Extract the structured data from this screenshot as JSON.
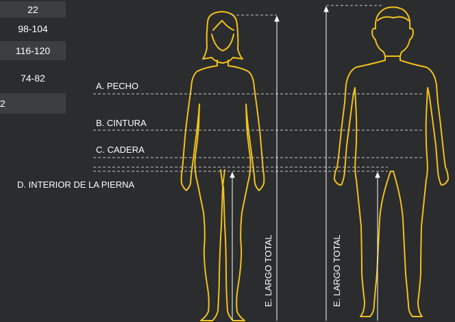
{
  "size_table": {
    "cells": [
      {
        "text": "22"
      },
      {
        "text": "98-104"
      },
      {
        "text": "116-120"
      },
      {
        "text": "74-82"
      },
      {
        "text": "2"
      }
    ]
  },
  "measurements": {
    "chest": "A. PECHO",
    "waist": "B. CINTURA",
    "hip": "C. CADERA",
    "inseam": "D.  INTERIOR DE LA PIERNA",
    "total_length": "E. LARGO TOTAL"
  },
  "colors": {
    "background": "#2b2c2e",
    "outline": "#f2c21b",
    "line": "#c8c8c8"
  }
}
